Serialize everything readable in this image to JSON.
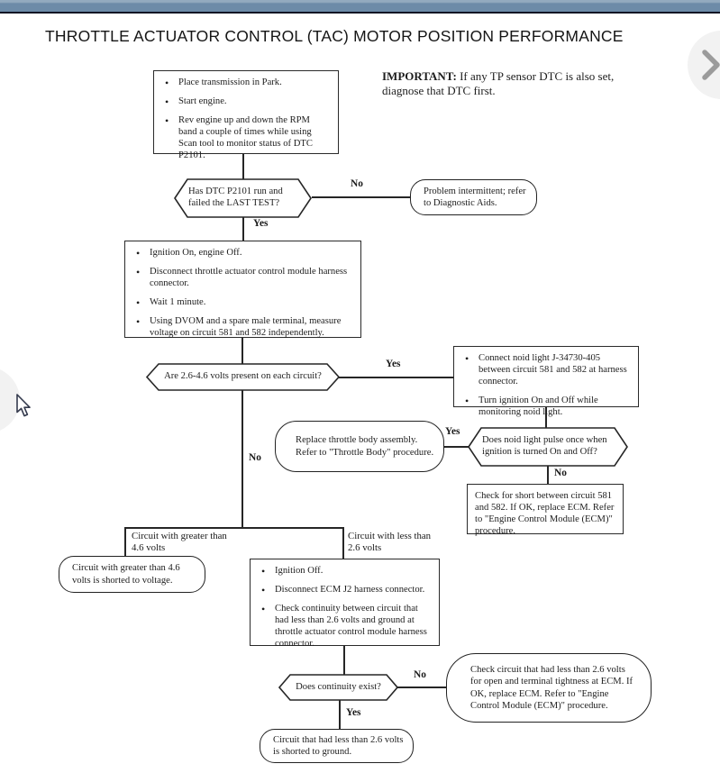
{
  "page": {
    "title": "THROTTLE ACTUATOR CONTROL (TAC) MOTOR POSITION PERFORMANCE"
  },
  "important": {
    "label": "IMPORTANT:",
    "text": " If any TP sensor DTC is also set, diagnose that DTC first."
  },
  "nav": {
    "next_icon": "chevron-right",
    "prev_icon": "chevron-left"
  },
  "flow": {
    "labels": {
      "yes": "Yes",
      "no": "No"
    },
    "start": {
      "items": [
        "Place transmission in Park.",
        "Start engine.",
        "Rev engine up and down the RPM band a couple of times while using Scan tool to monitor status of DTC P2101."
      ]
    },
    "d1": {
      "text": "Has DTC P2101 run and failed the LAST TEST?"
    },
    "t1": {
      "text": "Problem intermittent; refer to Diagnostic Aids."
    },
    "step2": {
      "items": [
        "Ignition On, engine Off.",
        "Disconnect throttle actuator control module harness connector.",
        "Wait 1 minute.",
        "Using DVOM and a spare male terminal, measure voltage on circuit 581 and 582 independently."
      ]
    },
    "d2": {
      "text": "Are 2.6-4.6 volts present on each circuit?"
    },
    "step3": {
      "items": [
        "Connect noid light J-34730-405 between circuit 581 and 582 at harness connector.",
        "Turn ignition On and Off while monitoring noid light."
      ]
    },
    "d3": {
      "text": "Does noid light pulse once when ignition is turned On and Off?"
    },
    "t2": {
      "text": "Replace throttle body assembly. Refer to \"Throttle Body\" procedure."
    },
    "step4": {
      "text": "Check for short between circuit 581 and 582. If OK, replace ECM. Refer to \"Engine Control Module (ECM)\" procedure."
    },
    "branch_high": {
      "label": "Circuit with greater than 4.6 volts"
    },
    "branch_low": {
      "label": "Circuit with less than 2.6 volts"
    },
    "t3": {
      "text": "Circuit with greater than 4.6 volts is shorted to voltage."
    },
    "step5": {
      "items": [
        "Ignition Off.",
        "Disconnect ECM J2 harness connector.",
        "Check continuity between circuit that had less than 2.6 volts and ground at throttle actuator control module harness connector."
      ]
    },
    "d4": {
      "text": "Does continuity exist?"
    },
    "t4": {
      "text": "Check circuit that had less than 2.6 volts for open and terminal tightness at ECM. If OK, replace ECM. Refer to \"Engine Control Module (ECM)\" procedure."
    },
    "t5": {
      "text": "Circuit that had less than 2.6 volts is shorted to ground."
    }
  },
  "colors": {
    "topbar_blue": "#6d8ba8",
    "topbar_edge": "#0d1424",
    "line": "#262626",
    "nav_circle": "#f2f2f2",
    "chevron_gray": "#9b9b9b"
  }
}
